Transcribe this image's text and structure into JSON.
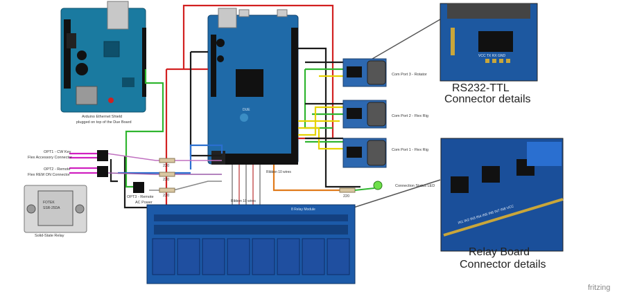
{
  "labels": {
    "arduino_shield": "Arduino Ethernet Shield",
    "arduino_shield_sub": "plugged on top of the Due Board",
    "com3": "Com Port 3 - Rotator",
    "com2": "Com Port 2 - Flex Rig",
    "com1": "Com Port 1 - Flex Rig",
    "status_led": "Connection Status LED",
    "opt1": "OPT1 - CW Key",
    "opt1_sub": "Flex Accessory Connector",
    "opt2": "OPT2 - Remote",
    "opt2_sub": "Flex REM ON Connector",
    "opt3": "OPT3 - Remote",
    "opt3_sub": "AC Power",
    "ssr": "Solid-State Relay",
    "r1": "220",
    "r2": "220",
    "r3": "220",
    "r_led": "220",
    "ribbon": "Ribbon 10 wires",
    "ribbon_header": "Ribbon 10 wires",
    "rs232_title_1": "RS232-TTL",
    "rs232_title_2": "Connector details",
    "relay_title_1": "Relay Board",
    "relay_title_2": "Connector details",
    "fritzing": "fritzing",
    "relay_board_text": "8 Relay Module",
    "ssr_brand": "FOTEK",
    "ssr_model": "SSR-25DA",
    "rs232_pins": "VCC TX RX GND",
    "relay_pins": "IN1 IN2 IN3 IN4 IN5 IN6 IN7 IN8 VCC",
    "due_board_label": "DUE"
  },
  "colors": {
    "red_wire": "#d22020",
    "black_wire": "#1a1a1a",
    "green_wire": "#2fb52f",
    "yellow_wire": "#e6d200",
    "blue_wire": "#2a6fd0",
    "orange_wire": "#e07a1a",
    "magenta_wire": "#d020c0",
    "board_blue": "#1f6aa8",
    "led_green": "#6ee04a"
  },
  "icons": {
    "led": "led-icon",
    "optocoupler": "optocoupler-icon",
    "resistor": "resistor-icon",
    "relay": "relay-icon"
  }
}
